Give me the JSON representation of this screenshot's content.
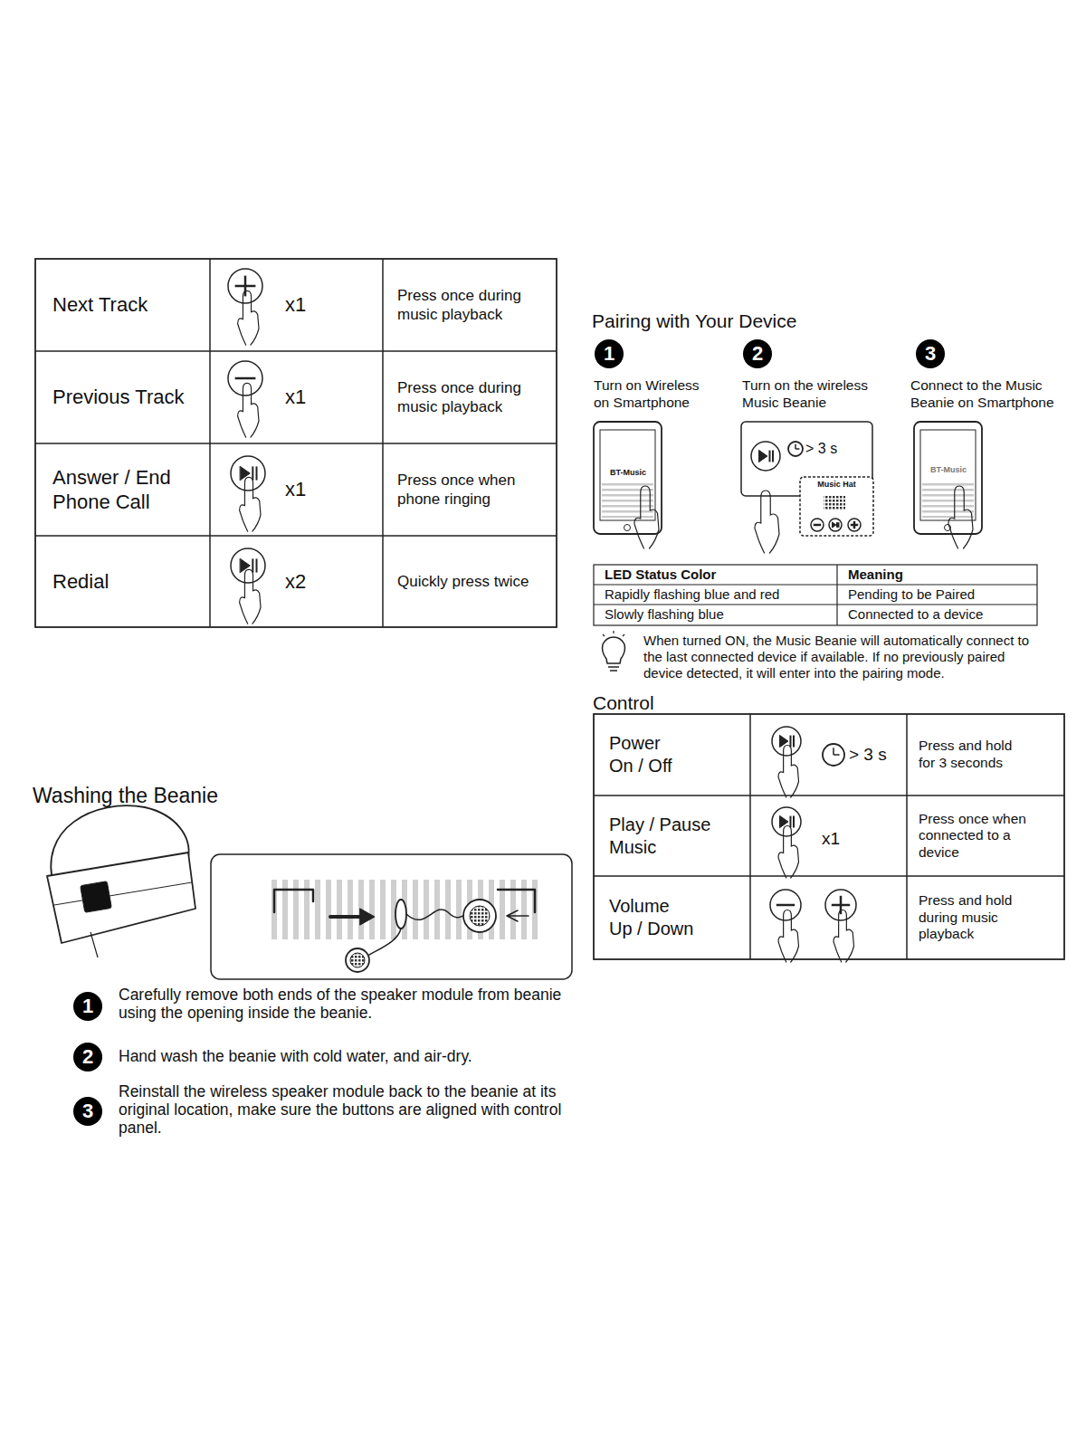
{
  "diagram": {
    "labels": [
      "Next Track",
      "x1",
      "Press once during music playback",
      "Previous Track",
      "x1",
      "Press once during music playback",
      "Answer / End Phone Call",
      "x1",
      "Press once when phone ringing",
      "Redial",
      "x2",
      "Quickly press twice",
      "Pairing with Your Device",
      "1",
      "Turn on Wireless on Smartphone",
      "2",
      "Turn on the wireless Music Beanie",
      "3",
      "Connect to the Music Beanie on Smartphone",
      "BT-Music",
      "> 3 s",
      "Music Hat",
      "BT-Music",
      "LED Status Color",
      "Meaning",
      "Rapidly flashing blue and red",
      "Pending to be Paired",
      "Slowly flashing blue",
      "Connected to a device",
      "When turned ON, the Music Beanie will automatically connect to the last connected device if available. If no previously paired device detected, it will enter into the pairing mode.",
      "Control",
      "Power On / Off",
      "> 3 s",
      "Press and hold for 3 seconds",
      "Play / Pause Music",
      "x1",
      "Press once when connected to a device",
      "Volume Up / Down",
      "Press and hold during music playback",
      "Washing the Beanie",
      "1",
      "Carefully remove both ends of the speaker module from beanie using the opening inside the beanie.",
      "2",
      "Hand wash the beanie with cold water, and air-dry.",
      "3",
      "Reinstall the wireless speaker module back to the beanie at its original location, make sure the buttons are aligned with control panel."
    ]
  }
}
